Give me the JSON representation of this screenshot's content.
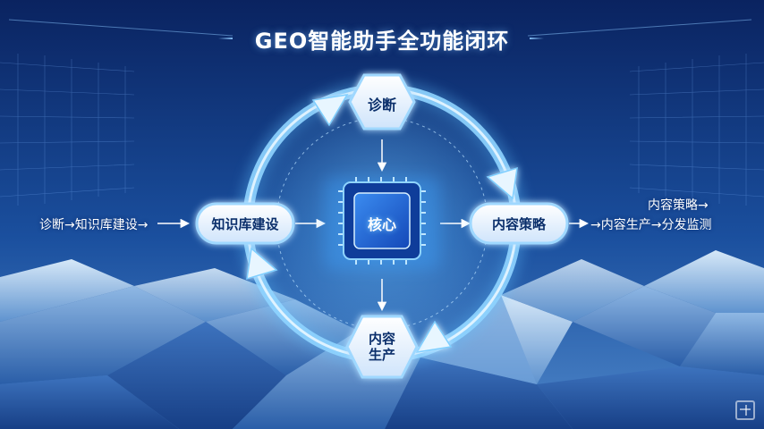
{
  "title": "GEO智能助手全功能闭环",
  "nodes": {
    "diagnose": "诊断",
    "knowledge_base": "知识库建设",
    "content_strategy": "内容策略",
    "content_production_line1": "内容",
    "content_production_line2": "生产",
    "core": "核心"
  },
  "left_text": "诊断→知识库建设→",
  "right_text_line1": "内容策略→",
  "right_text_line2": "→内容生产→分发监测",
  "colors": {
    "background_dark": "#0b2a66",
    "ring": "#5fc0ff",
    "node_fill": "#eaf4ff",
    "node_text": "#0b2f6b",
    "core_fill": "#1e63d8"
  }
}
